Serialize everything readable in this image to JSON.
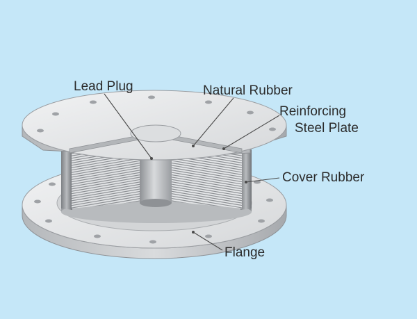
{
  "labels": {
    "lead_plug": "Lead Plug",
    "natural_rubber": "Natural Rubber",
    "reinforcing_line1": "Reinforcing",
    "reinforcing_line2": "Steel Plate",
    "cover_rubber": "Cover Rubber",
    "flange": "Flange"
  },
  "colors": {
    "background": "#c5e7f8",
    "metal_light": "#e9eaeb",
    "metal_mid": "#c9cbcd",
    "metal_dark": "#8f9296",
    "text": "#2b2b2b"
  }
}
